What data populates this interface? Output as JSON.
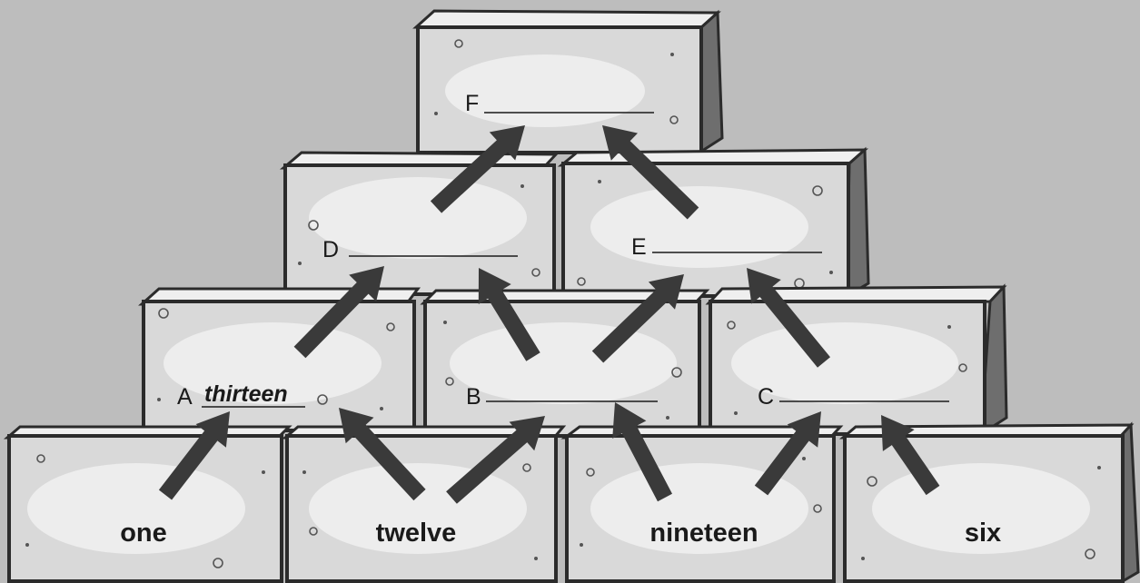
{
  "base_bricks": [
    {
      "id": "base-1",
      "word": "one"
    },
    {
      "id": "base-2",
      "word": "twelve"
    },
    {
      "id": "base-3",
      "word": "nineteen"
    },
    {
      "id": "base-4",
      "word": "six"
    }
  ],
  "slots": [
    {
      "letter": "A",
      "answer": "thirteen"
    },
    {
      "letter": "B",
      "answer": ""
    },
    {
      "letter": "C",
      "answer": ""
    },
    {
      "letter": "D",
      "answer": ""
    },
    {
      "letter": "E",
      "answer": ""
    },
    {
      "letter": "F",
      "answer": ""
    }
  ],
  "colors": {
    "background": "#bdbdbd",
    "brick_face": "#d9d9d9",
    "arrow": "#3a3a3a",
    "outline": "#2b2b2b"
  }
}
